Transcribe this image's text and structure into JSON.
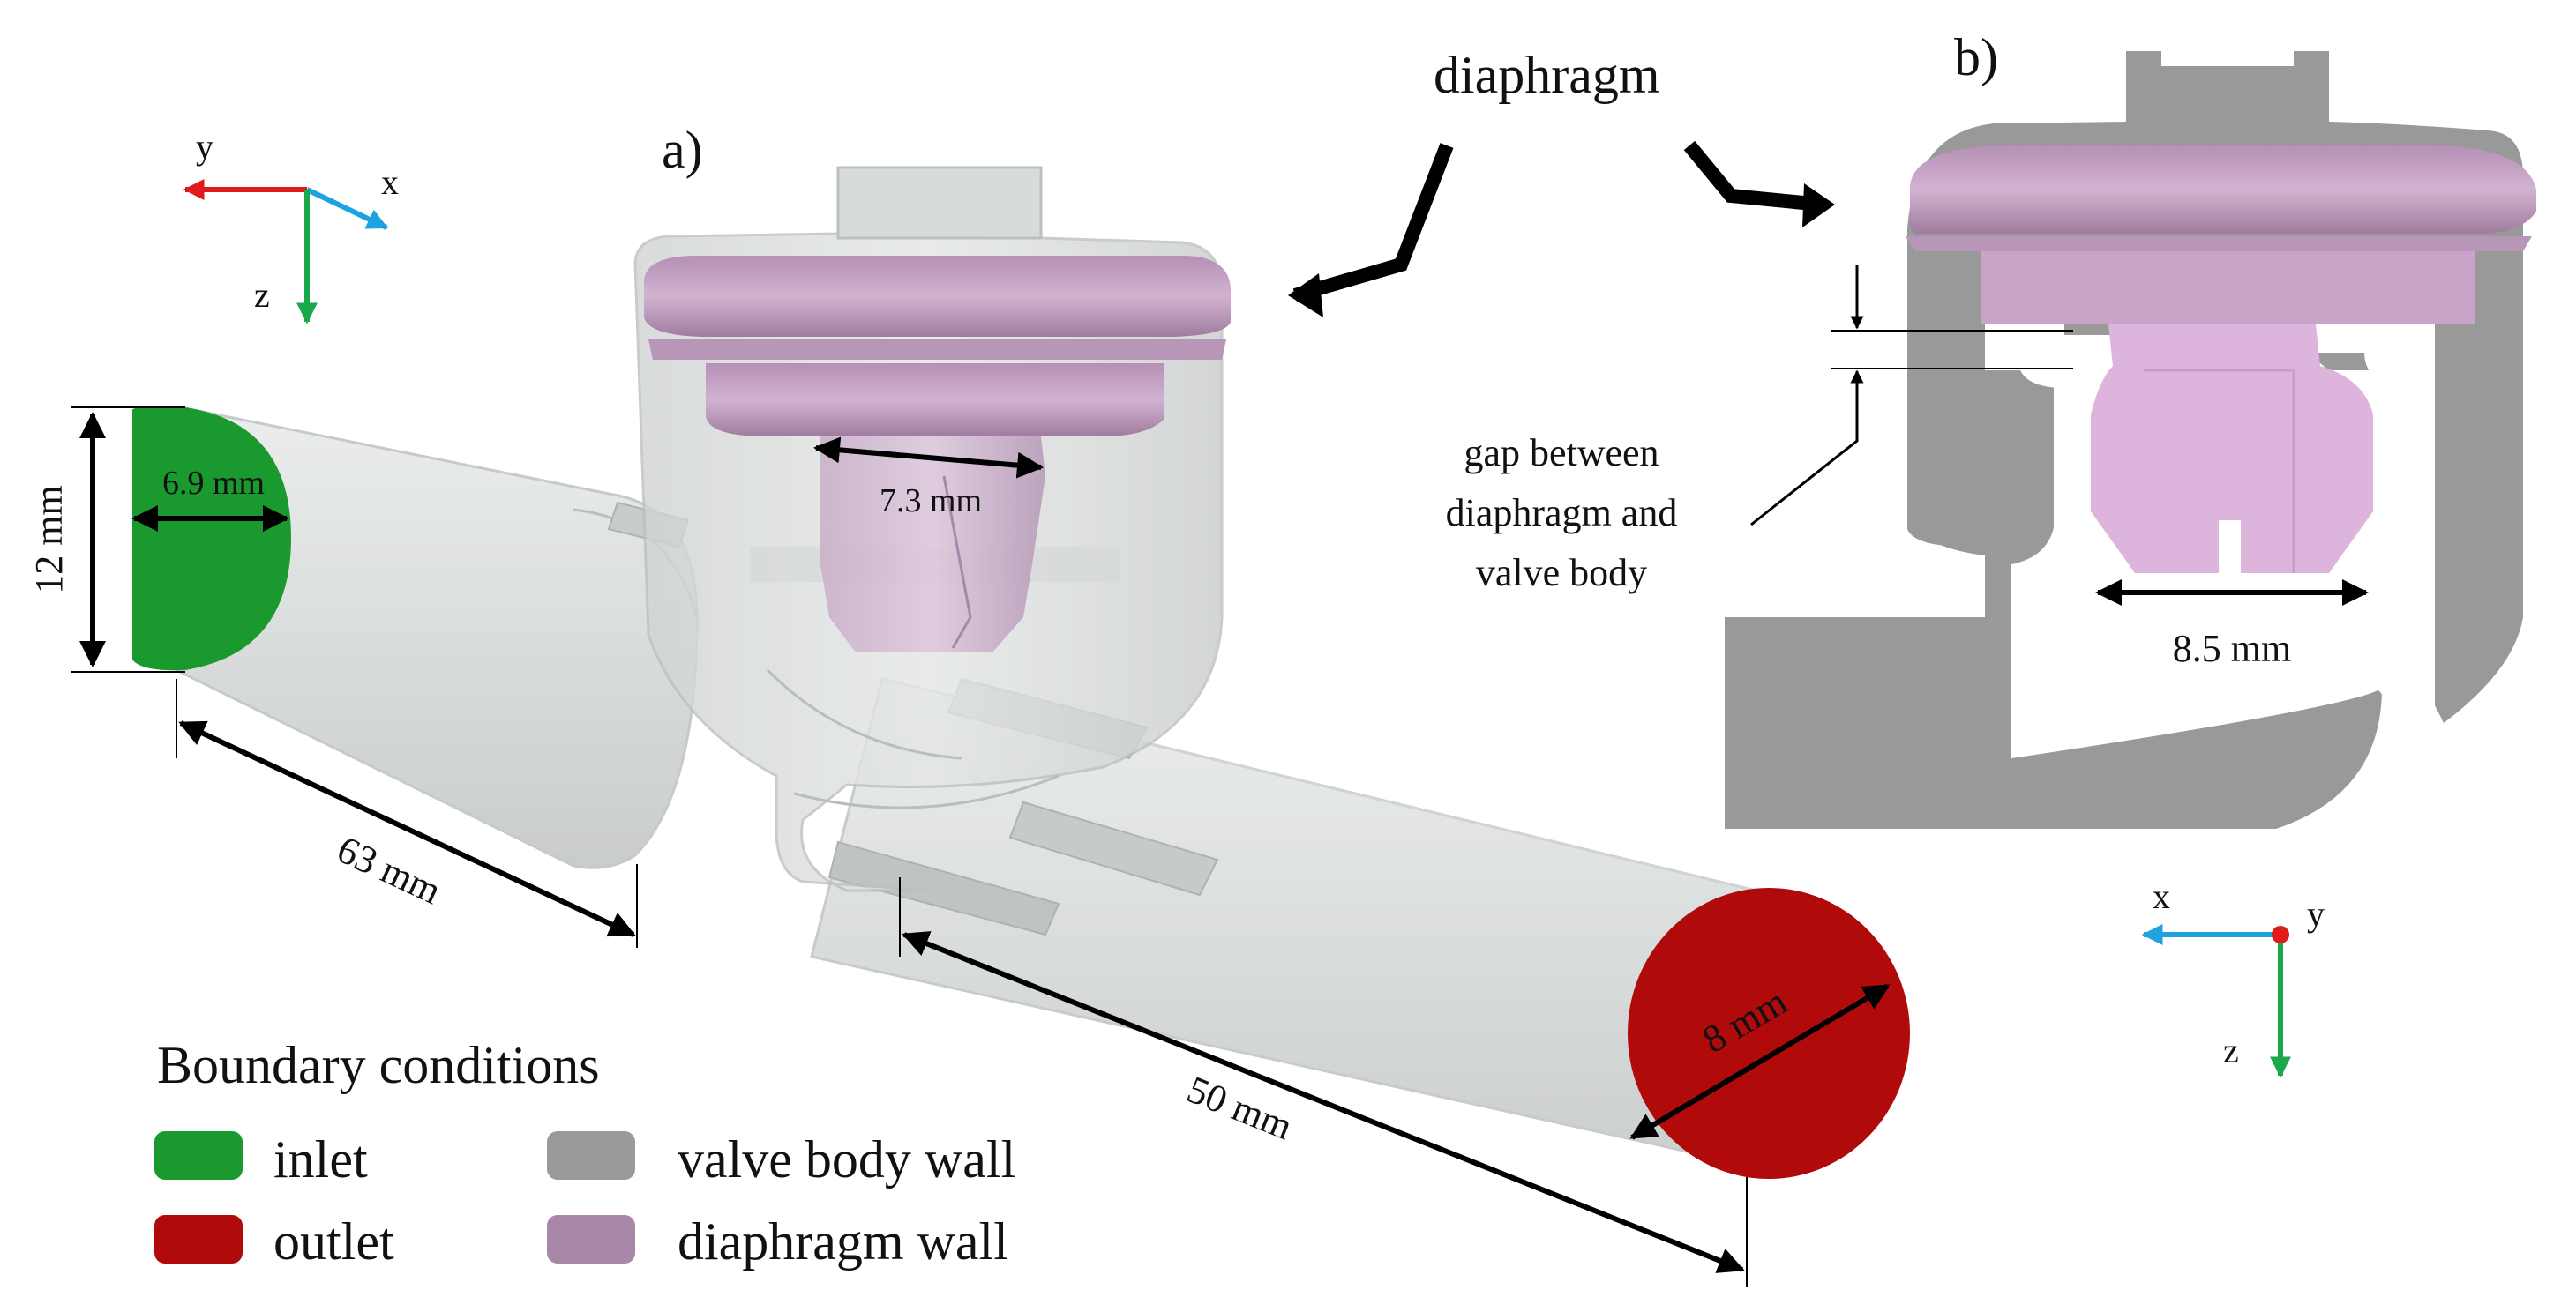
{
  "panels": {
    "a": {
      "label": "a)"
    },
    "b": {
      "label": "b)"
    }
  },
  "callouts": {
    "diaphragm": "diaphragm",
    "gap_lines": [
      "gap between",
      "diaphragm and",
      "valve body"
    ]
  },
  "dimensions": {
    "inlet_height": "12 mm",
    "inlet_width": "6.9 mm",
    "inlet_length": "63 mm",
    "stem_width": "7.3 mm",
    "outlet_length": "50 mm",
    "outlet_diameter": "8 mm",
    "section_width": "8.5 mm"
  },
  "axes": {
    "panel_a": {
      "x": "x",
      "y": "y",
      "z": "z"
    },
    "panel_b": {
      "x": "x",
      "y": "y",
      "z": "z"
    }
  },
  "legend": {
    "title": "Boundary conditions",
    "items": [
      {
        "label": "inlet",
        "color": "#1a9a2e"
      },
      {
        "label": "outlet",
        "color": "#b00a0a"
      },
      {
        "label": "valve body wall",
        "color": "#999999"
      },
      {
        "label": "diaphragm wall",
        "color": "#a987a8"
      }
    ]
  },
  "colors": {
    "inlet": "#1a9a2e",
    "outlet": "#b00a0a",
    "valve_body": "#999999",
    "diaphragm": "#c9a4c8",
    "axis_x": "#1ea3e0",
    "axis_y": "#e01b1b",
    "axis_z": "#1aa84a"
  }
}
